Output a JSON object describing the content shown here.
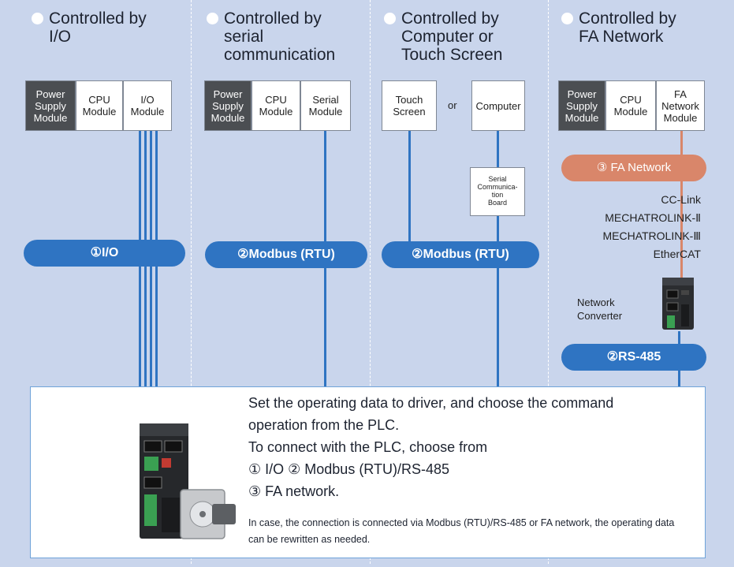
{
  "columns": [
    {
      "heading": [
        "Controlled by",
        "I/O"
      ]
    },
    {
      "heading": [
        "Controlled by",
        "serial",
        "communication"
      ]
    },
    {
      "heading": [
        "Controlled by",
        "Computer or",
        "Touch Screen"
      ]
    },
    {
      "heading": [
        "Controlled by",
        "FA Network"
      ]
    }
  ],
  "modules": {
    "power_supply": [
      "Power",
      "Supply",
      "Module"
    ],
    "cpu": [
      "CPU",
      "Module"
    ],
    "io": [
      "I/O",
      "Module"
    ],
    "serial": [
      "Serial",
      "Module"
    ],
    "touch_screen": [
      "Touch",
      "Screen"
    ],
    "or": "or",
    "computer": "Computer",
    "fa_network": [
      "FA",
      "Network",
      "Module"
    ]
  },
  "serial_board": [
    "Serial",
    "Communica-",
    "tion",
    "Board"
  ],
  "buses": {
    "io": "①I/O",
    "modbus": "②Modbus (RTU)",
    "modbus2": "②Modbus (RTU)",
    "fa_network": "③ FA Network",
    "rs485": "②RS-485"
  },
  "fa_networks": [
    "CC-Link",
    "MECHATROLINK-Ⅱ",
    "MECHATROLINK-Ⅲ",
    "EtherCAT"
  ],
  "network_converter": [
    "Network",
    "Converter"
  ],
  "info": {
    "lines": [
      "Set the operating data to driver, and choose the command",
      "operation from the PLC.",
      "To connect with the PLC, choose from",
      "① I/O ② Modbus (RTU)/RS-485",
      "③ FA network."
    ],
    "note": "In case, the connection is connected via Modbus (RTU)/RS-485 or FA network, the operating data can be rewritten as needed."
  },
  "colors": {
    "background": "#c9d5ec",
    "bus_blue": "#2f74c2",
    "fa_orange": "#d9866a",
    "module_dark": "#4b4e52"
  }
}
